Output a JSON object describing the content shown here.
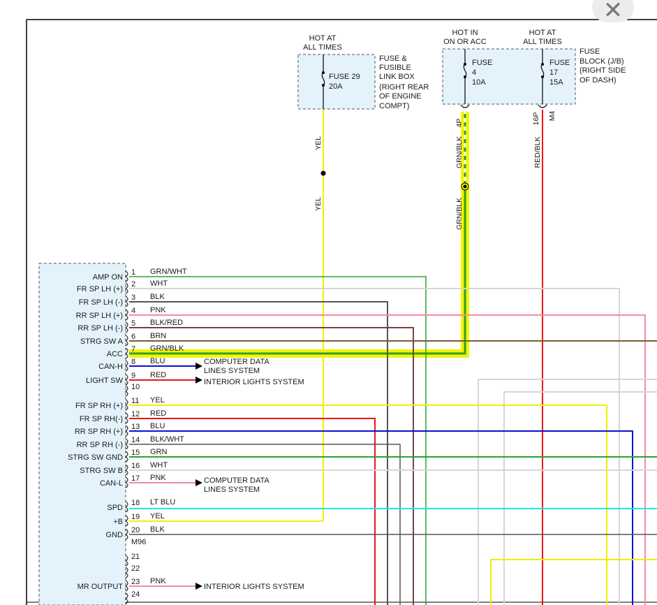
{
  "close_glyph": "✕",
  "fuse_boxes": {
    "link_box": {
      "header": [
        "HOT AT",
        "ALL TIMES"
      ],
      "fuse": [
        "FUSE 29",
        "20A"
      ],
      "desc": [
        "FUSE &",
        "FUSIBLE",
        "LINK BOX",
        "(RIGHT REAR",
        "OF ENGINE",
        "COMPT)"
      ]
    },
    "jb": {
      "header_a": [
        "HOT IN",
        "ON OR ACC"
      ],
      "header_b": [
        "HOT AT",
        "ALL TIMES"
      ],
      "fuse_a": [
        "FUSE",
        "4",
        "10A"
      ],
      "fuse_b": [
        "FUSE",
        "17",
        "15A"
      ],
      "desc": [
        "FUSE",
        "BLOCK (J/B)",
        "(RIGHT SIDE",
        "OF DASH)"
      ],
      "pin_a": "4P",
      "pin_b": "16P",
      "conn_b": "M4"
    }
  },
  "vertical_wires": {
    "yel_top": "YEL",
    "yel_bottom": "YEL",
    "grnblk_top": "GRN/BLK",
    "grnblk_bottom": "GRN/BLK",
    "redblk": "RED/BLK"
  },
  "connector_label": "M96",
  "pins": [
    {
      "num": "1",
      "func": "AMP ON",
      "color": "GRN/WHT"
    },
    {
      "num": "2",
      "func": "FR SP LH (+)",
      "color": "WHT"
    },
    {
      "num": "3",
      "func": "FR SP LH (-)",
      "color": "BLK"
    },
    {
      "num": "4",
      "func": "RR SP LH (+)",
      "color": "PNK"
    },
    {
      "num": "5",
      "func": "RR SP LH (-)",
      "color": "BLK/RED"
    },
    {
      "num": "6",
      "func": "STRG SW A",
      "color": "BRN"
    },
    {
      "num": "7",
      "func": "ACC",
      "color": "GRN/BLK"
    },
    {
      "num": "8",
      "func": "CAN-H",
      "color": "BLU"
    },
    {
      "num": "9",
      "func": "LIGHT SW",
      "color": "RED"
    },
    {
      "num": "10",
      "func": "",
      "color": ""
    },
    {
      "num": "11",
      "func": "FR SP RH (+)",
      "color": "YEL"
    },
    {
      "num": "12",
      "func": "FR SP RH(-)",
      "color": "RED"
    },
    {
      "num": "13",
      "func": "RR SP RH (+)",
      "color": "BLU"
    },
    {
      "num": "14",
      "func": "RR SP RH (-)",
      "color": "BLK/WHT"
    },
    {
      "num": "15",
      "func": "STRG SW GND",
      "color": "GRN"
    },
    {
      "num": "16",
      "func": "STRG SW B",
      "color": "WHT"
    },
    {
      "num": "17",
      "func": "CAN-L",
      "color": "PNK"
    },
    {
      "num": "18",
      "func": "SPD",
      "color": "LT BLU"
    },
    {
      "num": "19",
      "func": "+B",
      "color": "YEL"
    },
    {
      "num": "20",
      "func": "GND",
      "color": "BLK"
    },
    {
      "num": "21",
      "func": "",
      "color": ""
    },
    {
      "num": "22",
      "func": "",
      "color": ""
    },
    {
      "num": "23",
      "func": "MR OUTPUT",
      "color": "PNK"
    },
    {
      "num": "24",
      "func": "",
      "color": ""
    }
  ],
  "destinations": {
    "can_h": [
      "COMPUTER DATA",
      "LINES SYSTEM"
    ],
    "light_sw": [
      "INTERIOR LIGHTS SYSTEM"
    ],
    "can_l": [
      "COMPUTER DATA",
      "LINES SYSTEM"
    ],
    "mr_output": [
      "INTERIOR LIGHTS SYSTEM"
    ]
  },
  "wire_colors": {
    "grn": "#2ea02e",
    "yel": "#f2ee00",
    "red": "#ea1616",
    "blk": "#555555",
    "wht": "#d6d6d6",
    "pnk": "#f58ca0",
    "brn": "#7a5a30",
    "blu": "#1010cc",
    "lt_blu": "#22e6e6",
    "blkred": "#7a4040",
    "highlight": "#f4f400",
    "box_fill": "#e4f2fb"
  }
}
